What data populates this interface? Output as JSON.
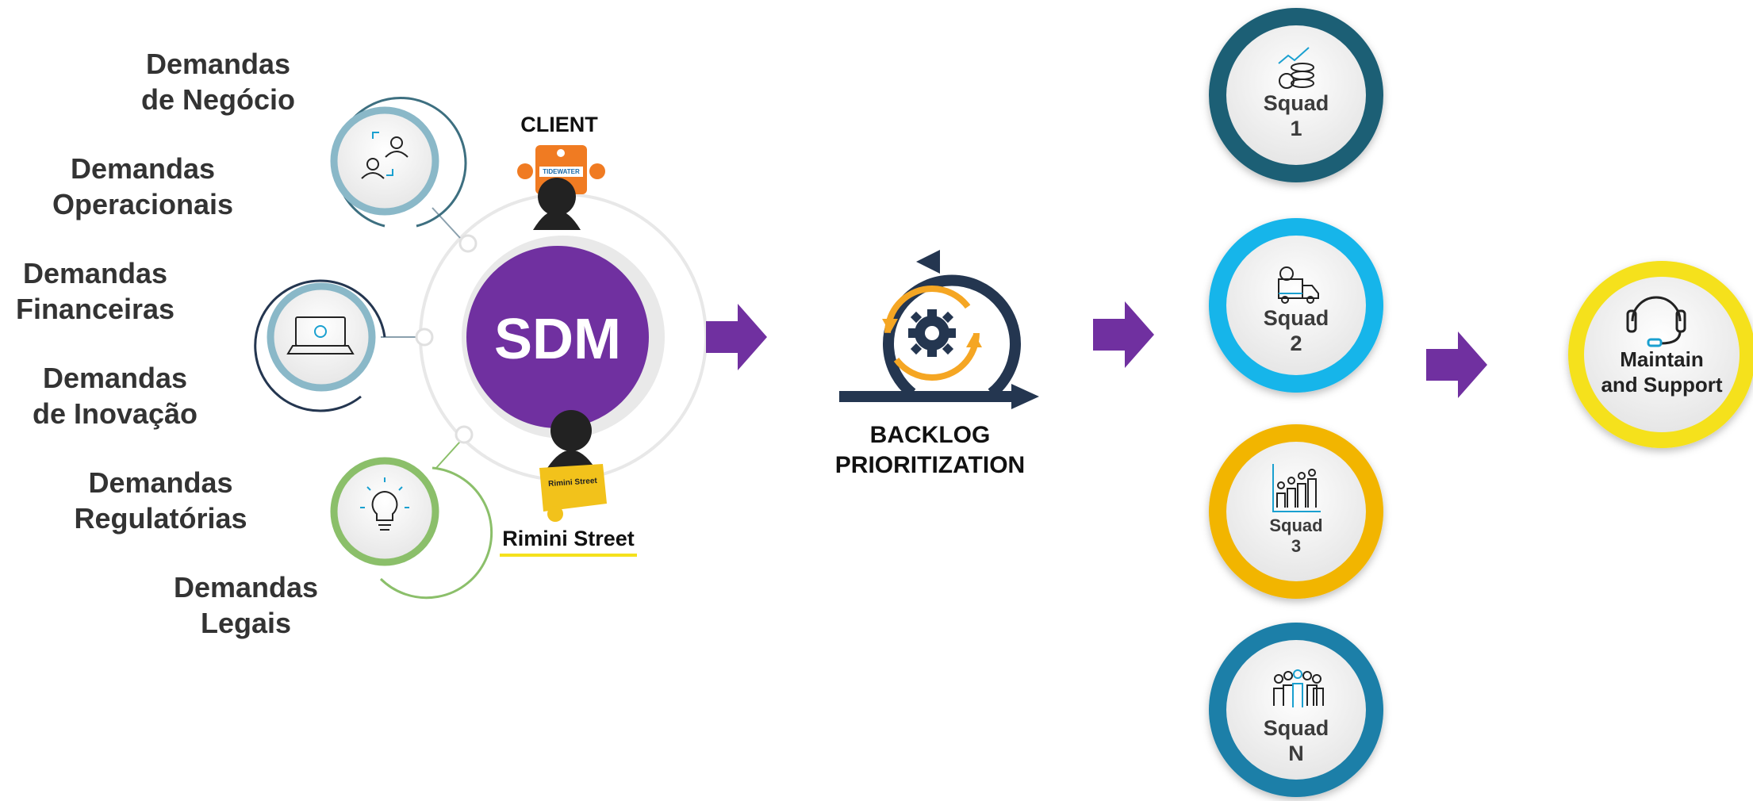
{
  "demands": [
    {
      "line1": "Demandas",
      "line2": "de Negócio"
    },
    {
      "line1": "Demandas",
      "line2": "Operacionais"
    },
    {
      "line1": "Demandas",
      "line2": "Financeiras"
    },
    {
      "line1": "Demandas",
      "line2": "de Inovação"
    },
    {
      "line1": "Demandas",
      "line2": "Regulatórias"
    },
    {
      "line1": "Demandas",
      "line2": "Legais"
    }
  ],
  "hub": {
    "center_label": "SDM",
    "client_label": "CLIENT",
    "client_badge": "TIDEWATER",
    "partner_label": "Rimini Street",
    "partner_badge": "Rimini Street"
  },
  "backlog": {
    "line1": "BACKLOG",
    "line2": "PRIORITIZATION"
  },
  "squads": [
    {
      "name": "Squad",
      "number": "1",
      "icon": "finance-chart-icon"
    },
    {
      "name": "Squad",
      "number": "2",
      "icon": "delivery-truck-icon"
    },
    {
      "name": "Squad",
      "number": "3",
      "icon": "team-chart-icon"
    },
    {
      "name": "Squad",
      "number": "N",
      "icon": "team-group-icon"
    }
  ],
  "support": {
    "line1": "Maintain",
    "line2": "and Support",
    "icon": "headset-icon"
  },
  "colors": {
    "sdm_purple": "#7030a0",
    "arrow_purple": "#7030a0",
    "navy": "#243650",
    "orange": "#f5a623",
    "squad1_ring": "#1e5f75",
    "squad2_ring": "#13b5ea",
    "squad3_ring": "#f2b500",
    "squadN_ring": "#1a7fa8",
    "support_ring": "#f5e11c",
    "client_orange": "#f07b22",
    "rimini_yellow": "#f2c21b"
  }
}
